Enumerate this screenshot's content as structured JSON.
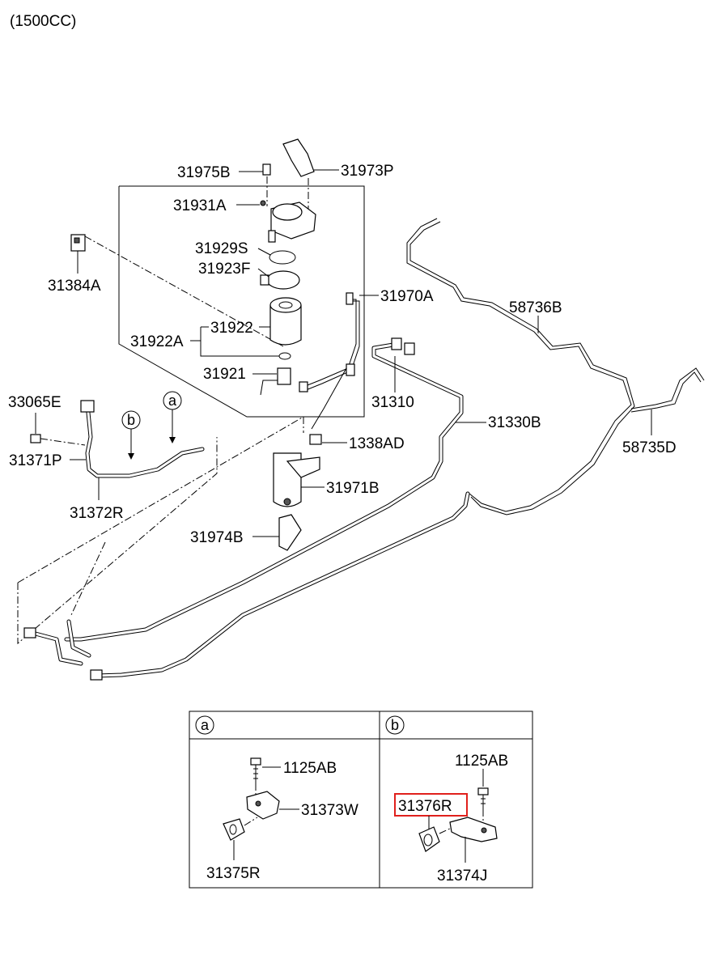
{
  "header": {
    "engine_variant": "(1500CC)"
  },
  "callouts": {
    "p31975B": "31975B",
    "p31973P": "31973P",
    "p31931A": "31931A",
    "p31929S": "31929S",
    "p31923F": "31923F",
    "p31384A": "31384A",
    "p31970A": "31970A",
    "p58736B": "58736B",
    "p31922": "31922",
    "p31922A": "31922A",
    "p31921": "31921",
    "p31310": "31310",
    "p33065E": "33065E",
    "p31330B": "31330B",
    "p58735D": "58735D",
    "p1338AD": "1338AD",
    "p31371P": "31371P",
    "p31971B": "31971B",
    "p31372R": "31372R",
    "p31974B": "31974B"
  },
  "circle_refs": {
    "a": "a",
    "b": "b"
  },
  "detail_table": {
    "a": {
      "tag": "a",
      "bolt": "1125AB",
      "bracket": "31373W",
      "clip": "31375R"
    },
    "b": {
      "tag": "b",
      "bolt": "1125AB",
      "clip": "31376R",
      "bracket": "31374J",
      "highlighted": "31376R"
    }
  },
  "colors": {
    "highlight": "#e0201c",
    "line": "#000000"
  }
}
